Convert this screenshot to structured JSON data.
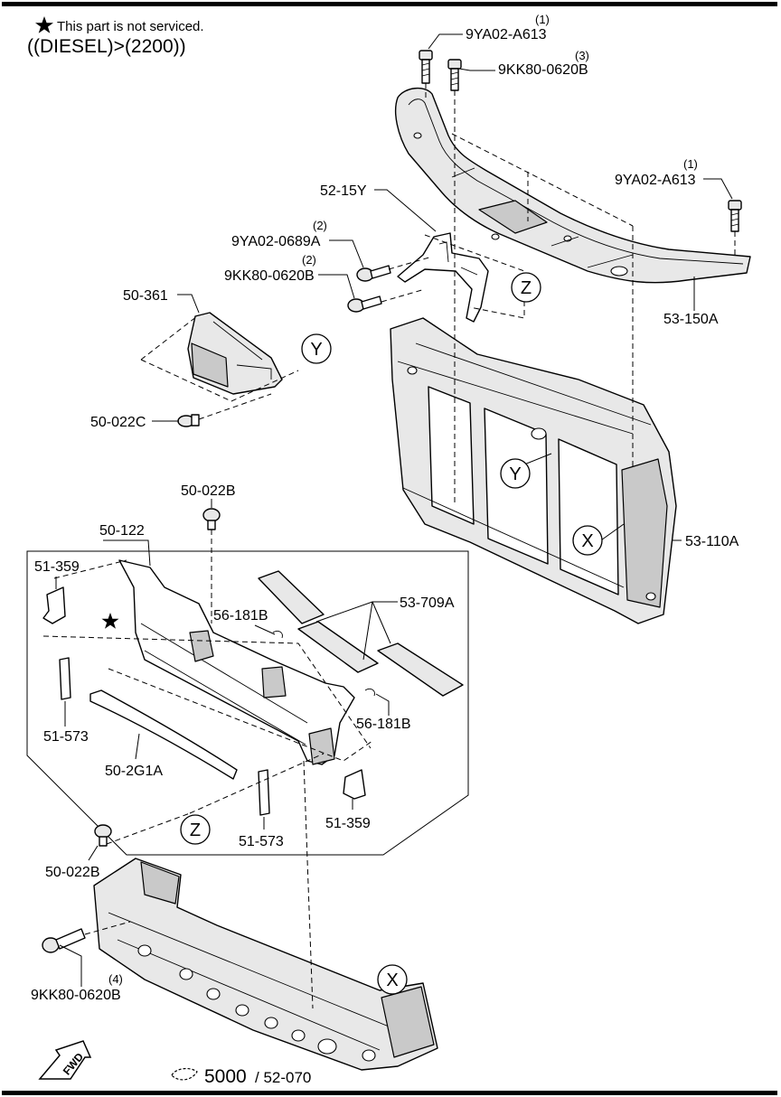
{
  "header": {
    "star_note": "This part is not serviced.",
    "variant": "((DIESEL)>(2200))"
  },
  "callouts": {
    "c1": {
      "qty": "(1)",
      "part": "9YA02-A613"
    },
    "c2": {
      "qty": "(3)",
      "part": "9KK80-0620B"
    },
    "c3": {
      "qty": "(1)",
      "part": "9YA02-A613"
    },
    "c4": {
      "part": "52-15Y"
    },
    "c5": {
      "qty": "(2)",
      "part": "9YA02-0689A"
    },
    "c6": {
      "qty": "(2)",
      "part": "9KK80-0620B"
    },
    "c7": {
      "part": "50-361"
    },
    "c8": {
      "part": "53-150A"
    },
    "c9": {
      "part": "50-022C"
    },
    "c10": {
      "part": "50-022B"
    },
    "c11": {
      "part": "50-122"
    },
    "c12": {
      "part": "51-359"
    },
    "c13": {
      "part": "53-709A"
    },
    "c14": {
      "part": "56-181B"
    },
    "c15": {
      "part": "53-110A"
    },
    "c16": {
      "part": "56-181B"
    },
    "c17": {
      "part": "51-573"
    },
    "c18": {
      "part": "50-2G1A"
    },
    "c19": {
      "part": "51-573"
    },
    "c20": {
      "part": "51-359"
    },
    "c21": {
      "part": "50-022B"
    },
    "c22": {
      "qty": "(4)",
      "part": "9KK80-0620B"
    }
  },
  "refs": {
    "z1": "Z",
    "y1": "Y",
    "y2": "Y",
    "x1": "X",
    "z2": "Z",
    "x2": "X"
  },
  "footer": {
    "fwd": "FWD",
    "group": "5000",
    "page": "/ 52-070"
  }
}
